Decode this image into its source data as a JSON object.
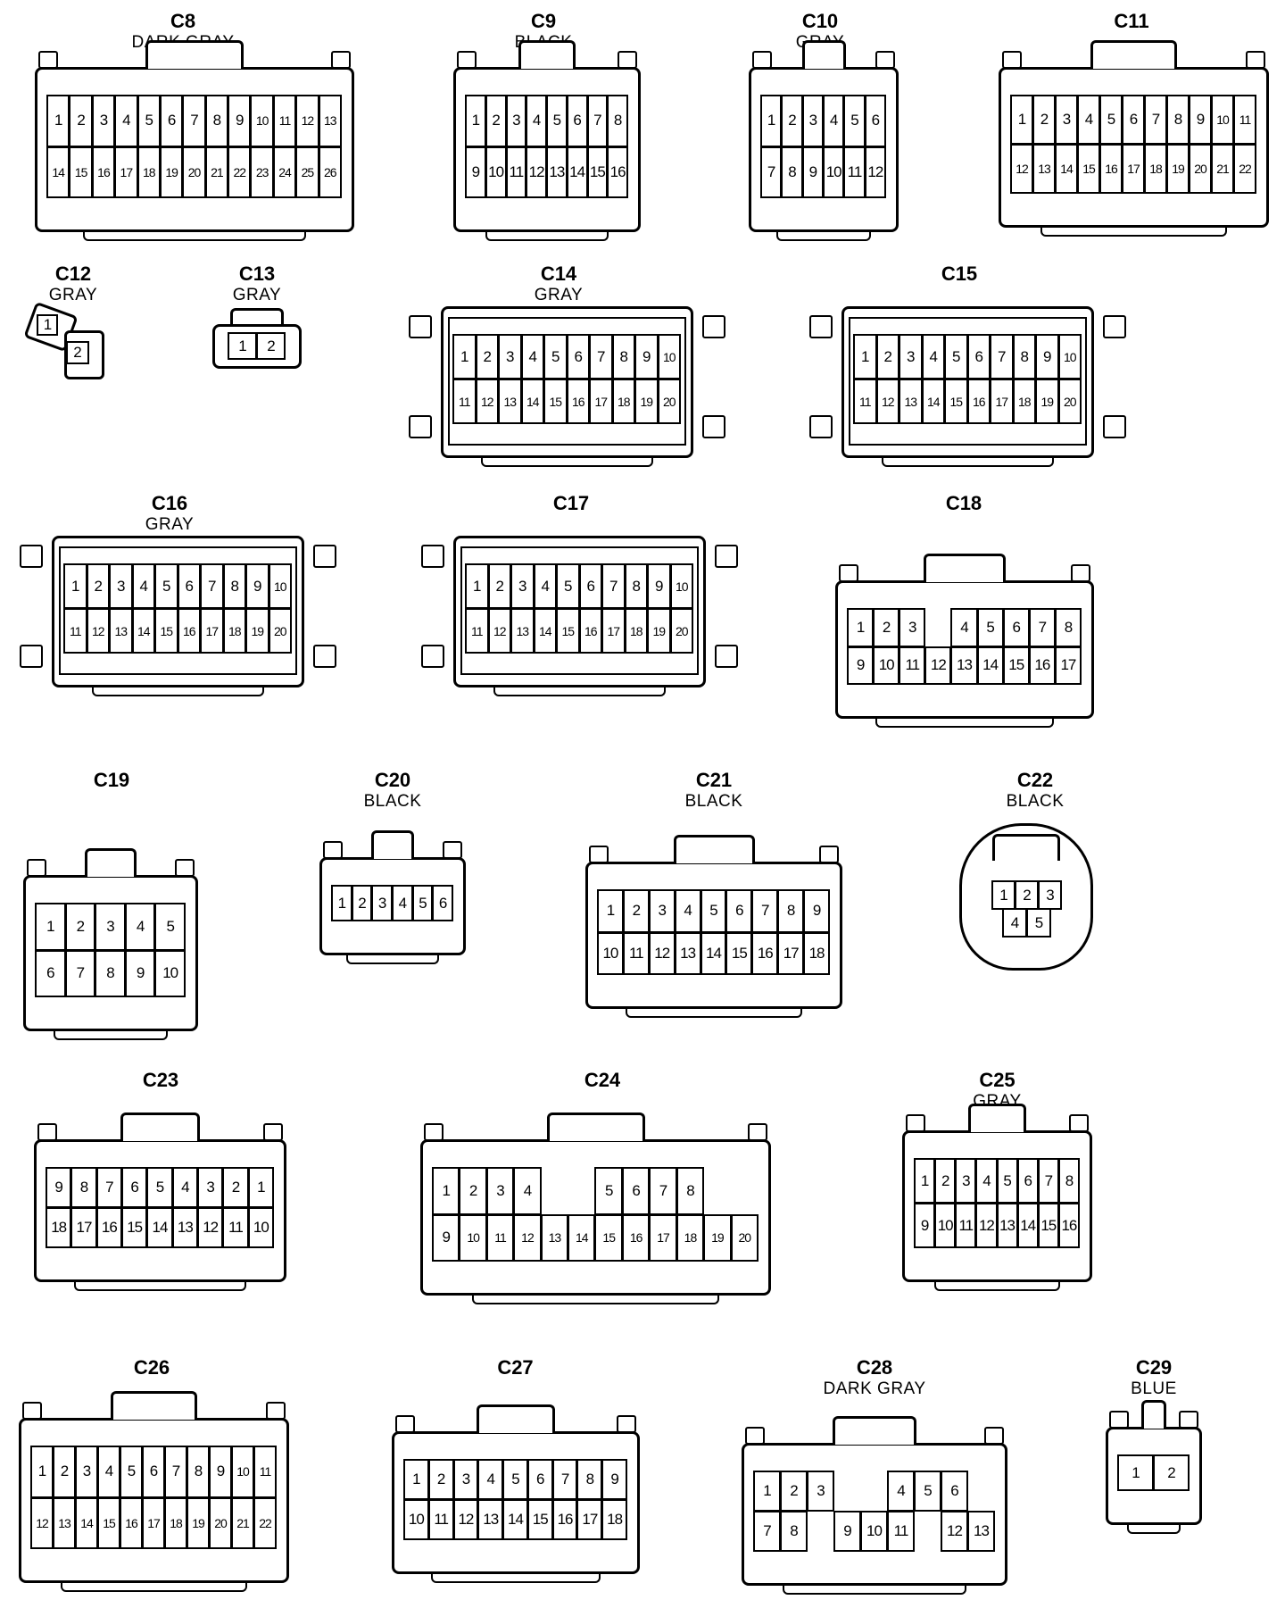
{
  "connectors": [
    {
      "id": "C8",
      "color": "DARK GRAY",
      "rows": [
        [
          "1",
          "2",
          "3",
          "4",
          "5",
          "6",
          "7",
          "8",
          "9",
          "10",
          "11",
          "12",
          "13"
        ],
        [
          "14",
          "15",
          "16",
          "17",
          "18",
          "19",
          "20",
          "21",
          "22",
          "23",
          "24",
          "25",
          "26"
        ]
      ]
    },
    {
      "id": "C9",
      "color": "BLACK",
      "rows": [
        [
          "1",
          "2",
          "3",
          "4",
          "5",
          "6",
          "7",
          "8"
        ],
        [
          "9",
          "10",
          "11",
          "12",
          "13",
          "14",
          "15",
          "16"
        ]
      ]
    },
    {
      "id": "C10",
      "color": "GRAY",
      "rows": [
        [
          "1",
          "2",
          "3",
          "4",
          "5",
          "6"
        ],
        [
          "7",
          "8",
          "9",
          "10",
          "11",
          "12"
        ]
      ]
    },
    {
      "id": "C11",
      "color": "",
      "rows": [
        [
          "1",
          "2",
          "3",
          "4",
          "5",
          "6",
          "7",
          "8",
          "9",
          "10",
          "11"
        ],
        [
          "12",
          "13",
          "14",
          "15",
          "16",
          "17",
          "18",
          "19",
          "20",
          "21",
          "22"
        ]
      ]
    },
    {
      "id": "C12",
      "color": "GRAY",
      "rows": [
        [
          "1"
        ],
        [
          "2"
        ]
      ]
    },
    {
      "id": "C13",
      "color": "GRAY",
      "rows": [
        [
          "1",
          "2"
        ]
      ]
    },
    {
      "id": "C14",
      "color": "GRAY",
      "rows": [
        [
          "1",
          "2",
          "3",
          "4",
          "5",
          "6",
          "7",
          "8",
          "9",
          "10"
        ],
        [
          "11",
          "12",
          "13",
          "14",
          "15",
          "16",
          "17",
          "18",
          "19",
          "20"
        ]
      ]
    },
    {
      "id": "C15",
      "color": "",
      "rows": [
        [
          "1",
          "2",
          "3",
          "4",
          "5",
          "6",
          "7",
          "8",
          "9",
          "10"
        ],
        [
          "11",
          "12",
          "13",
          "14",
          "15",
          "16",
          "17",
          "18",
          "19",
          "20"
        ]
      ]
    },
    {
      "id": "C16",
      "color": "GRAY",
      "rows": [
        [
          "1",
          "2",
          "3",
          "4",
          "5",
          "6",
          "7",
          "8",
          "9",
          "10"
        ],
        [
          "11",
          "12",
          "13",
          "14",
          "15",
          "16",
          "17",
          "18",
          "19",
          "20"
        ]
      ]
    },
    {
      "id": "C17",
      "color": "",
      "rows": [
        [
          "1",
          "2",
          "3",
          "4",
          "5",
          "6",
          "7",
          "8",
          "9",
          "10"
        ],
        [
          "11",
          "12",
          "13",
          "14",
          "15",
          "16",
          "17",
          "18",
          "19",
          "20"
        ]
      ]
    },
    {
      "id": "C18",
      "color": "",
      "rows": [
        [
          "1",
          "2",
          "3",
          "",
          "4",
          "5",
          "6",
          "7",
          "8"
        ],
        [
          "9",
          "10",
          "11",
          "12",
          "13",
          "14",
          "15",
          "16",
          "17"
        ]
      ]
    },
    {
      "id": "C19",
      "color": "",
      "rows": [
        [
          "1",
          "2",
          "3",
          "4",
          "5"
        ],
        [
          "6",
          "7",
          "8",
          "9",
          "10"
        ]
      ]
    },
    {
      "id": "C20",
      "color": "BLACK",
      "rows": [
        [
          "1",
          "2",
          "3",
          "4",
          "5",
          "6"
        ]
      ]
    },
    {
      "id": "C21",
      "color": "BLACK",
      "rows": [
        [
          "1",
          "2",
          "3",
          "4",
          "5",
          "6",
          "7",
          "8",
          "9"
        ],
        [
          "10",
          "11",
          "12",
          "13",
          "14",
          "15",
          "16",
          "17",
          "18"
        ]
      ]
    },
    {
      "id": "C22",
      "color": "BLACK",
      "rows": [
        [
          "1",
          "2",
          "3"
        ],
        [
          "4",
          "5"
        ]
      ]
    },
    {
      "id": "C23",
      "color": "",
      "rows": [
        [
          "9",
          "8",
          "7",
          "6",
          "5",
          "4",
          "3",
          "2",
          "1"
        ],
        [
          "18",
          "17",
          "16",
          "15",
          "14",
          "13",
          "12",
          "11",
          "10"
        ]
      ]
    },
    {
      "id": "C24",
      "color": "",
      "rows": [
        [
          "1",
          "2",
          "3",
          "4",
          "",
          "",
          "5",
          "6",
          "7",
          "8"
        ],
        [
          "9",
          "10",
          "11",
          "12",
          "13",
          "14",
          "15",
          "16",
          "17",
          "18",
          "19",
          "20"
        ]
      ]
    },
    {
      "id": "C25",
      "color": "GRAY",
      "rows": [
        [
          "1",
          "2",
          "3",
          "4",
          "5",
          "6",
          "7",
          "8"
        ],
        [
          "9",
          "10",
          "11",
          "12",
          "13",
          "14",
          "15",
          "16"
        ]
      ]
    },
    {
      "id": "C26",
      "color": "",
      "rows": [
        [
          "1",
          "2",
          "3",
          "4",
          "5",
          "6",
          "7",
          "8",
          "9",
          "10",
          "11"
        ],
        [
          "12",
          "13",
          "14",
          "15",
          "16",
          "17",
          "18",
          "19",
          "20",
          "21",
          "22"
        ]
      ]
    },
    {
      "id": "C27",
      "color": "",
      "rows": [
        [
          "1",
          "2",
          "3",
          "4",
          "5",
          "6",
          "7",
          "8",
          "9"
        ],
        [
          "10",
          "11",
          "12",
          "13",
          "14",
          "15",
          "16",
          "17",
          "18"
        ]
      ]
    },
    {
      "id": "C28",
      "color": "DARK GRAY",
      "rows": [
        [
          "1",
          "2",
          "3",
          "",
          "",
          "4",
          "5",
          "6"
        ],
        [
          "7",
          "8",
          "",
          "9",
          "10",
          "11",
          "",
          "12",
          "13"
        ]
      ]
    },
    {
      "id": "C29",
      "color": "BLUE",
      "rows": [
        [
          "1",
          "2"
        ]
      ]
    }
  ]
}
